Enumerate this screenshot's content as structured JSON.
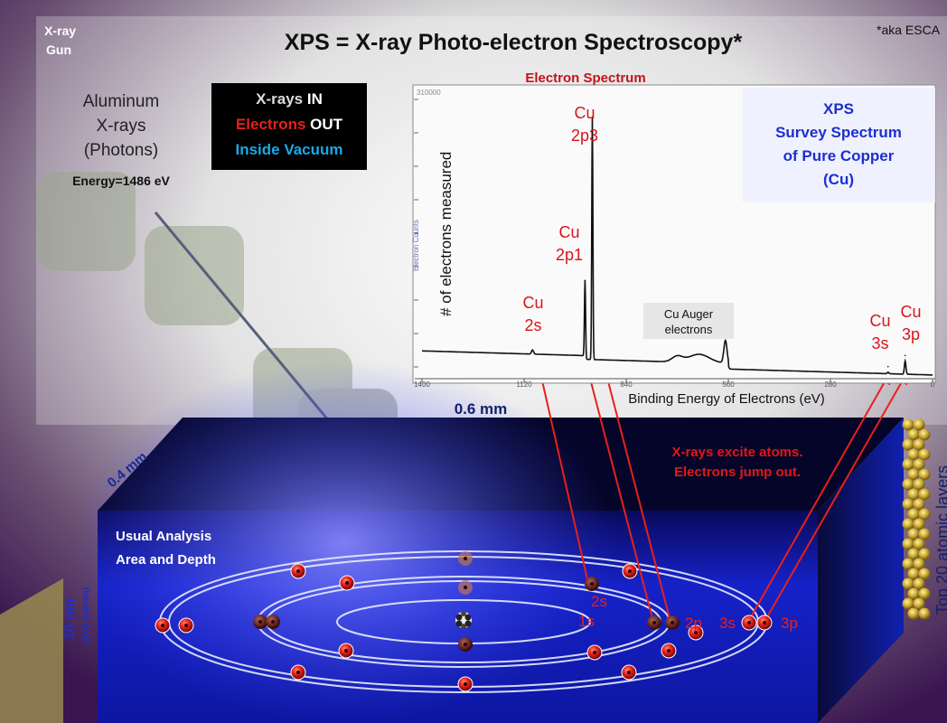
{
  "header": {
    "xray_gun": [
      "X-ray",
      "Gun"
    ],
    "title": "XPS  =  X-ray Photo-electron Spectroscopy*",
    "footnote": "*aka ESCA"
  },
  "source": {
    "lines": [
      "Aluminum",
      "X-rays",
      "(Photons)"
    ],
    "energy": "Energy=1486 eV"
  },
  "legend": {
    "line1_a": "X-rays",
    "line1_b": "IN",
    "line2_a": "Electrons",
    "line2_b": "OUT",
    "line3": "Inside Vacuum"
  },
  "spectrum": {
    "title": "Electron Spectrum",
    "y_top_tick": "310000",
    "y_axis_small": "Electron Counts",
    "y_axis_big": "# of electrons measured",
    "x_label": "Binding Energy of Electrons (eV)",
    "panel_title": [
      "XPS",
      "Survey Spectrum",
      "of Pure Copper",
      "(Cu)"
    ],
    "auger": [
      "Cu Auger",
      "electrons"
    ]
  },
  "peaks": {
    "cu2p3": [
      "Cu",
      "2p3"
    ],
    "cu2p1": [
      "Cu",
      "2p1"
    ],
    "cu2s": [
      "Cu",
      "2s"
    ],
    "cu3s": [
      "Cu",
      "3s"
    ],
    "cu3p": [
      "Cu",
      "3p"
    ]
  },
  "chart_data": {
    "type": "line",
    "title": "Electron Spectrum",
    "xlabel": "Binding Energy of Electrons (eV)",
    "ylabel": "# of electrons measured",
    "x_ticks": [
      "1400",
      "1120",
      "840",
      "560",
      "280",
      "0"
    ],
    "xlim": [
      1400,
      0
    ],
    "ylim": [
      0,
      310000
    ],
    "peaks": [
      {
        "label": "Cu 2p3",
        "x": 933,
        "y": 280000
      },
      {
        "label": "Cu 2p1",
        "x": 953,
        "y": 105000
      },
      {
        "label": "Cu 2s",
        "x": 1097,
        "y": 30000
      },
      {
        "label": "Cu Auger",
        "x": 568,
        "y": 40000
      },
      {
        "label": "Cu 3s",
        "x": 122,
        "y": 12000
      },
      {
        "label": "Cu 3p",
        "x": 75,
        "y": 24000
      }
    ]
  },
  "sample": {
    "dim_top": "0.6 mm",
    "dim_side": "0.4 mm",
    "depth": "10 nm",
    "depth_sub": "(0.01 micron)",
    "analysis": [
      "Usual Analysis",
      "Area and Depth"
    ],
    "excite": [
      "X-rays excite atoms.",
      "Electrons  jump out."
    ],
    "layers": "Top 20 atomic layers"
  },
  "orbitals": {
    "s1": "1s",
    "s2": "2s",
    "p2": "2p",
    "s3": "3s",
    "p3": "3p"
  },
  "colors": {
    "accent_red": "#e8201a",
    "accent_blue": "#1a2fd0",
    "legend_cyan": "#1aa9e8",
    "background": "#3a1550"
  }
}
